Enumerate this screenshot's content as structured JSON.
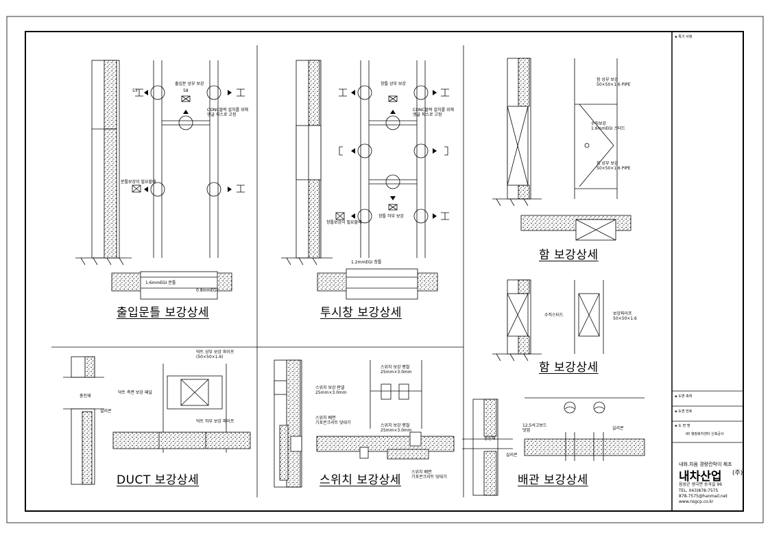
{
  "titles": {
    "door": "출입문틀 보강상세",
    "window": "투시창 보강상세",
    "box1": "함 보강상세",
    "box2": "함 보강상세",
    "duct": "DUCT 보강상세",
    "switch": "스위치 보강상세",
    "pipe": "배관 보강상세"
  },
  "door": {
    "top_label": "출입문 상부 보강",
    "dim1": "53",
    "dim2": "58",
    "conc": "CONC블럭 설치를 위해",
    "conc2": "앵글 피스로 고정",
    "mid": "문틀보강이 필요할때",
    "plan1": "1.6mmEGI 문틀",
    "plan2": "0.8mmEGI"
  },
  "window": {
    "top_label": "창틀 상부 보강",
    "conc": "CONC블럭 설치를 위해",
    "conc2": "앵글 피스로 고정",
    "mid": "창틀보강이 필요할때",
    "bottom": "창틀 하부 보강",
    "plan1": "1.2mmEGI 창틀"
  },
  "box1": {
    "l1": "함 상부 보강",
    "l1b": "50×50×1.6 PIPE",
    "l2": "수직보강",
    "l2b": "1.6mmEGI 스터드",
    "l3": "함 상부 보강",
    "l3b": "50×50×1.6 PIPE"
  },
  "box2": {
    "l1": "수직스터드",
    "l2": "보강파이프",
    "l2b": "50×50×1.6"
  },
  "duct": {
    "l1": "덕트 상부 보강 파이프",
    "l1b": "(50×50×1.6)",
    "l2": "덕트 측면 보강 패널",
    "l3": "덕트 하부 보강 파이프",
    "l4": "충진재",
    "l5": "실리콘"
  },
  "switch": {
    "l1": "스위치 보강 판넬",
    "l1b": "25mm×3.0mm",
    "l2": "스위치 보강 평철",
    "l2b": "25mm×3.0mm",
    "l3": "스위치 배면",
    "l3b": "기포콘크리트 덧대기",
    "l4": "스위치 보강 평철",
    "l4b": "25mm×3.0mm",
    "l5": "스위치 배면",
    "l5b": "기포콘크리트 덧대기"
  },
  "pipe": {
    "l1": "12.5석고보드",
    "l1b": "덧댐",
    "l2": "실리콘",
    "l3": "충진재",
    "l4": "실리콘"
  },
  "panel": {
    "notes": "◈ 특기 사항",
    "scale": "◈ 도면 축척",
    "number": "◈ 도면 번호",
    "name": "◈ 도 면 명",
    "project": "00 행정복지센터 신축공사",
    "maker": "내화.차음 경량칸막이 제조",
    "company": "내차산업",
    "suffix": "(주)",
    "address": "음성군 생극면 송곡길 96",
    "tel": "TEL. 043)878-7575",
    "fax": "878-7575@hanmail.net",
    "web": "www.nsgcp.co.kr"
  }
}
